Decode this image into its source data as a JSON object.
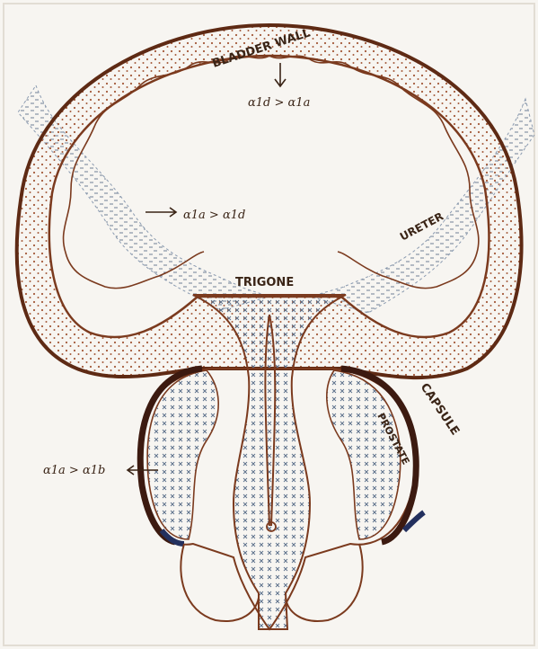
{
  "labels": {
    "bladder_wall": "BLADDER WALL",
    "ureter": "URETER",
    "trigone": "TRIGONE",
    "capsule": "CAPSULE",
    "prostate": "PROSTATE"
  },
  "annotations": {
    "dome": "α1d > α1a",
    "ureter_region": "α1a > α1d",
    "prostate_region": "α1a > α1b"
  },
  "colors": {
    "paper": "#f7f5f1",
    "outline": "#7b3a1e",
    "dark_band": "#3c1a10",
    "wall_dots": "#a35a3a",
    "hatch": "#5a6f8a",
    "blue_accent": "#23305e"
  }
}
